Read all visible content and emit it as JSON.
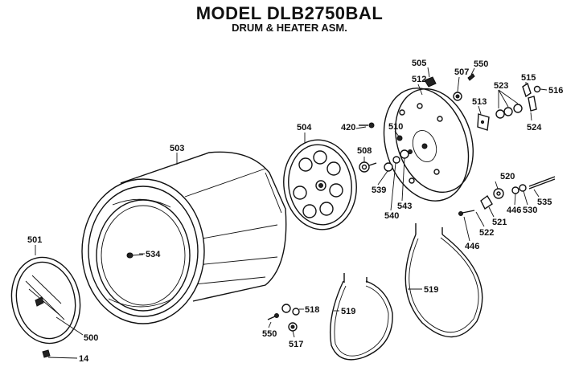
{
  "header": {
    "title": "MODEL DLB2750BAL",
    "subtitle": "DRUM & HEATER ASM."
  },
  "parts": {
    "p503": "503",
    "p504": "504",
    "p505": "505",
    "p507": "507",
    "p508": "508",
    "p510": "510",
    "p512": "512",
    "p513": "513",
    "p515": "515",
    "p516": "516",
    "p517": "517",
    "p518": "518",
    "p519a": "519",
    "p519b": "519",
    "p520": "520",
    "p521": "521",
    "p522": "522",
    "p523": "523",
    "p524": "524",
    "p530": "530",
    "p534": "534",
    "p535": "535",
    "p539": "539",
    "p540": "540",
    "p543": "543",
    "p550a": "550",
    "p550b": "550",
    "p420": "420",
    "p446a": "446",
    "p446b": "446",
    "p500": "500",
    "p501": "501",
    "p14": "14"
  }
}
